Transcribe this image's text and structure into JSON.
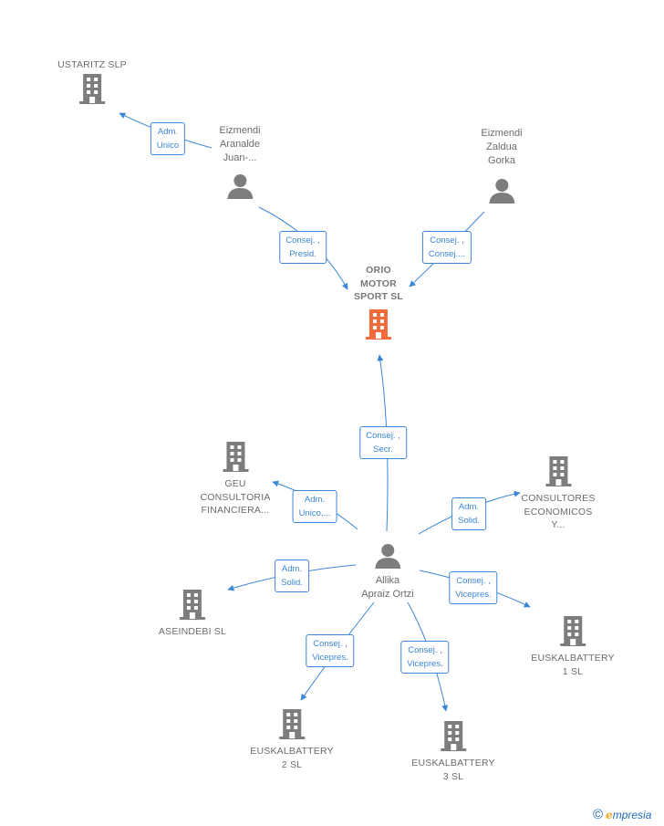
{
  "colors": {
    "edge": "#3c86d8",
    "node": "#7d7d7d",
    "focus": "#f26b3a"
  },
  "nodes": {
    "focus": {
      "label": "ORIO\nMOTOR\nSPORT  SL",
      "icon": "building-icon"
    },
    "ustaritz": {
      "label": "USTARITZ SLP",
      "icon": "building-icon"
    },
    "aranalde": {
      "label": "Eizmendi\nAranalde\nJuan-...",
      "icon": "person-icon"
    },
    "zaldua": {
      "label": "Eizmendi\nZaldua\nGorka",
      "icon": "person-icon"
    },
    "geu": {
      "label": "GEU\nCONSULTORIA\nFINANCIERA...",
      "icon": "building-icon"
    },
    "consultores": {
      "label": "CONSULTORES\nECONOMICOS\nY...",
      "icon": "building-icon"
    },
    "allika": {
      "label": "Allika\nApraiz Ortzi",
      "icon": "person-icon"
    },
    "aseindebi": {
      "label": "ASEINDEBI SL",
      "icon": "building-icon"
    },
    "euskal1": {
      "label": "EUSKALBATTERY\n1  SL",
      "icon": "building-icon"
    },
    "euskal2": {
      "label": "EUSKALBATTERY\n2  SL",
      "icon": "building-icon"
    },
    "euskal3": {
      "label": "EUSKALBATTERY\n3  SL",
      "icon": "building-icon"
    }
  },
  "edges": {
    "aranalde_ustaritz": "Adm.\nUnico",
    "aranalde_focus": "Consej. ,\nPresid.",
    "zaldua_focus": "Consej. ,\nConsej....",
    "allika_focus": "Consej. ,\nSecr.",
    "allika_geu": "Adm.\nUnico,...",
    "allika_consultores": "Adm.\nSolid.",
    "allika_aseindebi": "Adm.\nSolid.",
    "allika_euskal1": "Consej. ,\nVicepres.",
    "allika_euskal2": "Consej. ,\nVicepres.",
    "allika_euskal3": "Consej. ,\nVicepres."
  },
  "brand": {
    "copyright": "©",
    "e": "e",
    "rest": "mpresia"
  }
}
